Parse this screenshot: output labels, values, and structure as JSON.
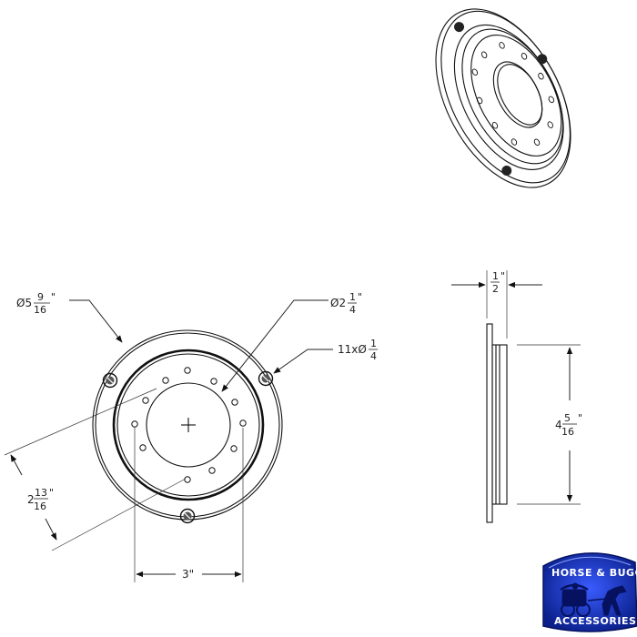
{
  "dimensions": {
    "outer_diameter": {
      "prefix": "Ø5",
      "num": "9",
      "den": "16",
      "unit": "\""
    },
    "inner_diameter": {
      "prefix": "Ø2",
      "num": "1",
      "den": "4",
      "unit": "\""
    },
    "holes": {
      "prefix": "11xØ",
      "num": "1",
      "den": "4",
      "unit": ""
    },
    "thickness": {
      "prefix": "",
      "num": "1",
      "den": "2",
      "unit": "\""
    },
    "flange_height": {
      "prefix": "4",
      "num": "5",
      "den": "16",
      "unit": "\""
    },
    "bolt_offset": {
      "prefix": "2",
      "num": "13",
      "den": "16",
      "unit": "\""
    },
    "spacing": {
      "text": "3\""
    }
  },
  "logo": {
    "line1": "HORSE & BUGGY",
    "line2": "ACCESSORIES",
    "colors": {
      "dark": "#0a1f8a",
      "light": "#3a5cff"
    }
  }
}
